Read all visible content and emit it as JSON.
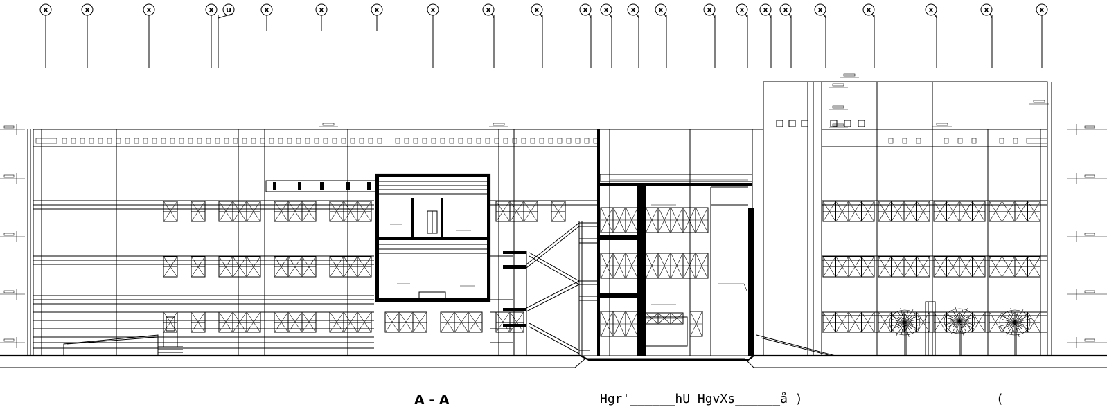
{
  "drawing": {
    "section_title": "A - A",
    "caption_line": "Hgr'______hU HgvXs______å  )",
    "caption_tail": "(",
    "grid_bubble_labels": [
      "X",
      "X",
      "X",
      "X",
      "U",
      "X",
      "X",
      "X",
      "X",
      "X",
      "X",
      "X",
      "X",
      "X",
      "X",
      "X",
      "X",
      "X",
      "X",
      "X",
      "X",
      "X",
      "X",
      "X"
    ],
    "grid_bubble_lettering": "X / U markers along top of section"
  }
}
